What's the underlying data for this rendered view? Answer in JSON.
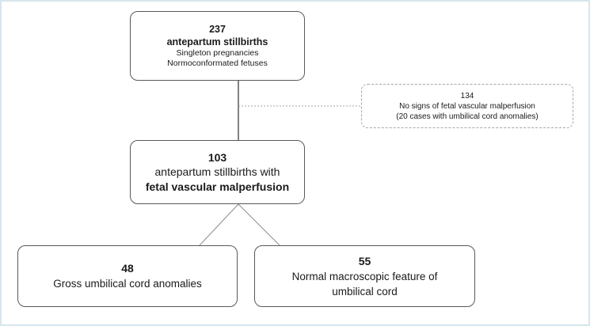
{
  "colors": {
    "frame_border": "#d7e6ec",
    "box_border": "#595959",
    "dashed_border": "#a6a6a6",
    "text": "#1a1a1a"
  },
  "nodes": {
    "total": {
      "count": "237",
      "title": "antepartum stillbirths",
      "line1": "Singleton pregnancies",
      "line2": "Normoconformated fetuses"
    },
    "excluded": {
      "count": "134",
      "line1": "No signs of fetal vascular malperfusion",
      "line2": "(20 cases with umbilical cord anomalies)"
    },
    "fvm": {
      "count": "103",
      "line1": "antepartum stillbirths with",
      "line2": "fetal vascular malperfusion"
    },
    "gross": {
      "count": "48",
      "line1": "Gross umbilical cord anomalies"
    },
    "normal": {
      "count": "55",
      "line1": "Normal macroscopic feature of",
      "line2": "umbilical cord"
    }
  }
}
